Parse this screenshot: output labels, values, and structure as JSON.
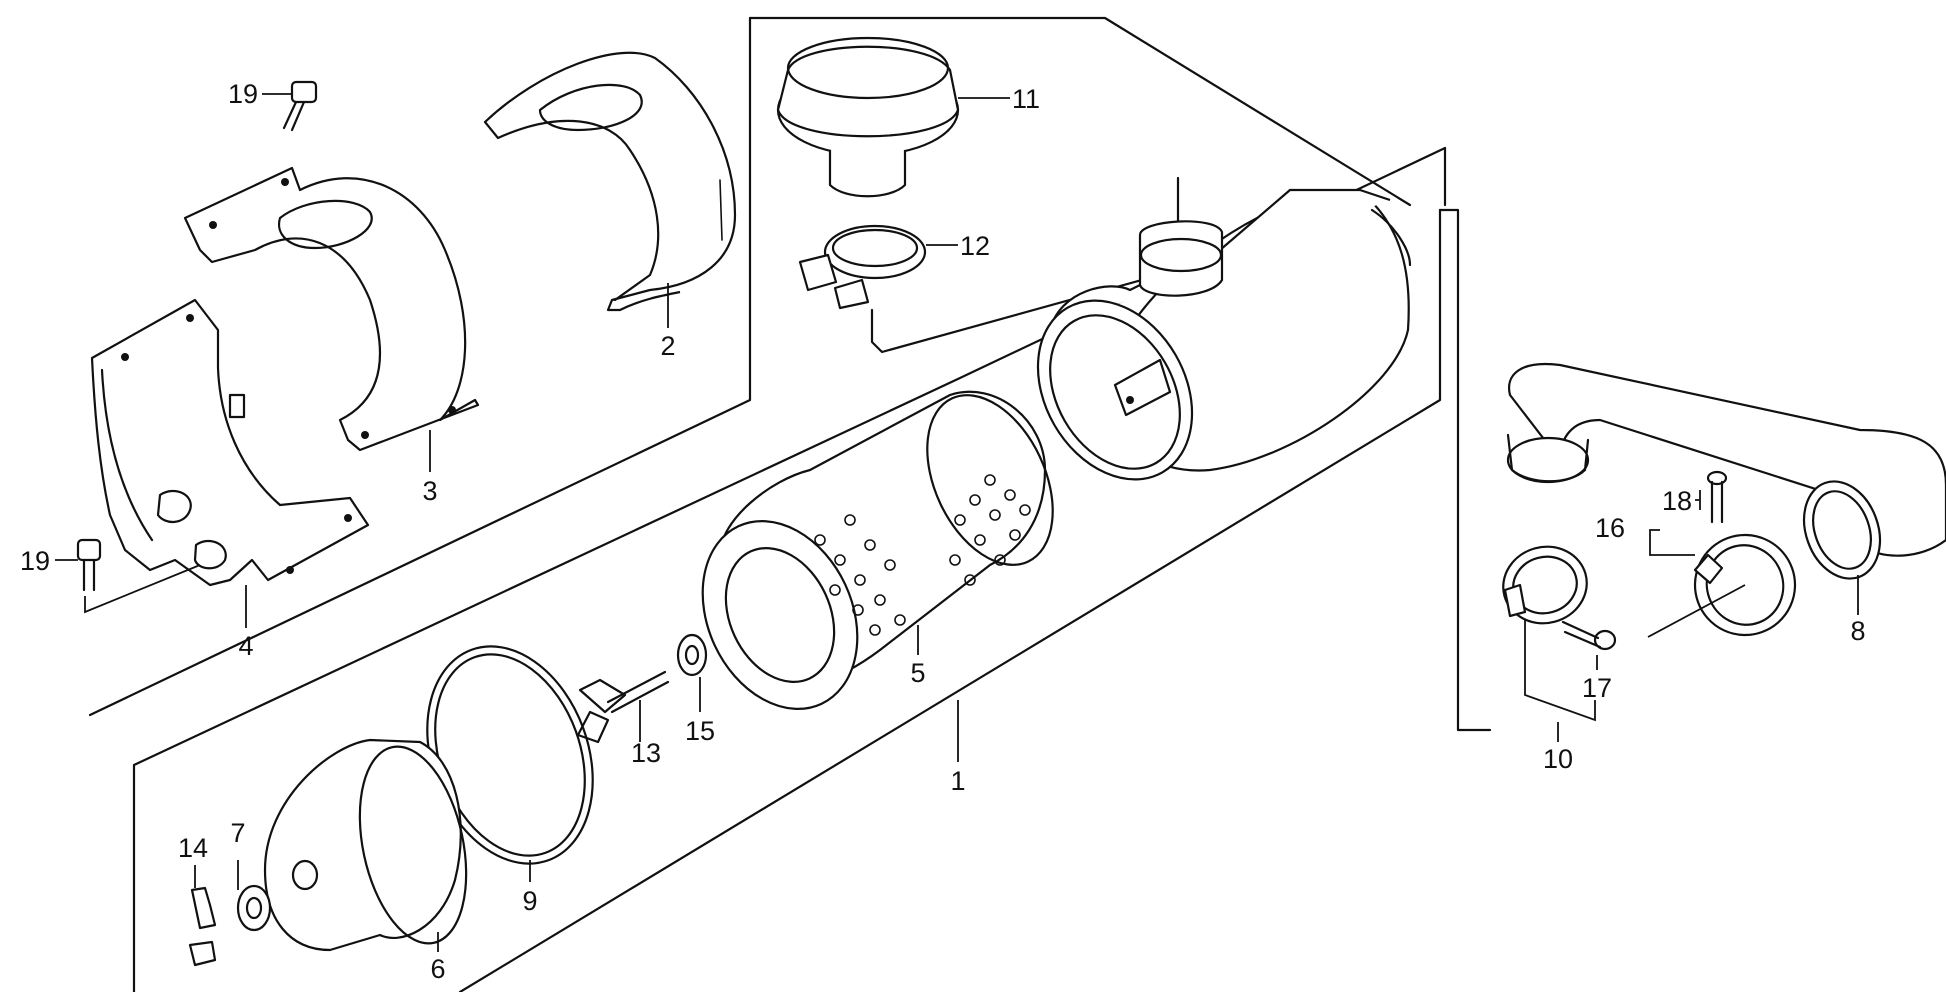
{
  "callouts": {
    "c1": "1",
    "c2": "2",
    "c3": "3",
    "c4": "4",
    "c5": "5",
    "c6": "6",
    "c7": "7",
    "c8": "8",
    "c9": "9",
    "c10": "10",
    "c11": "11",
    "c12": "12",
    "c13": "13",
    "c14": "14",
    "c15": "15",
    "c16": "16",
    "c17": "17",
    "c18": "18",
    "c19a": "19",
    "c19b": "19"
  }
}
